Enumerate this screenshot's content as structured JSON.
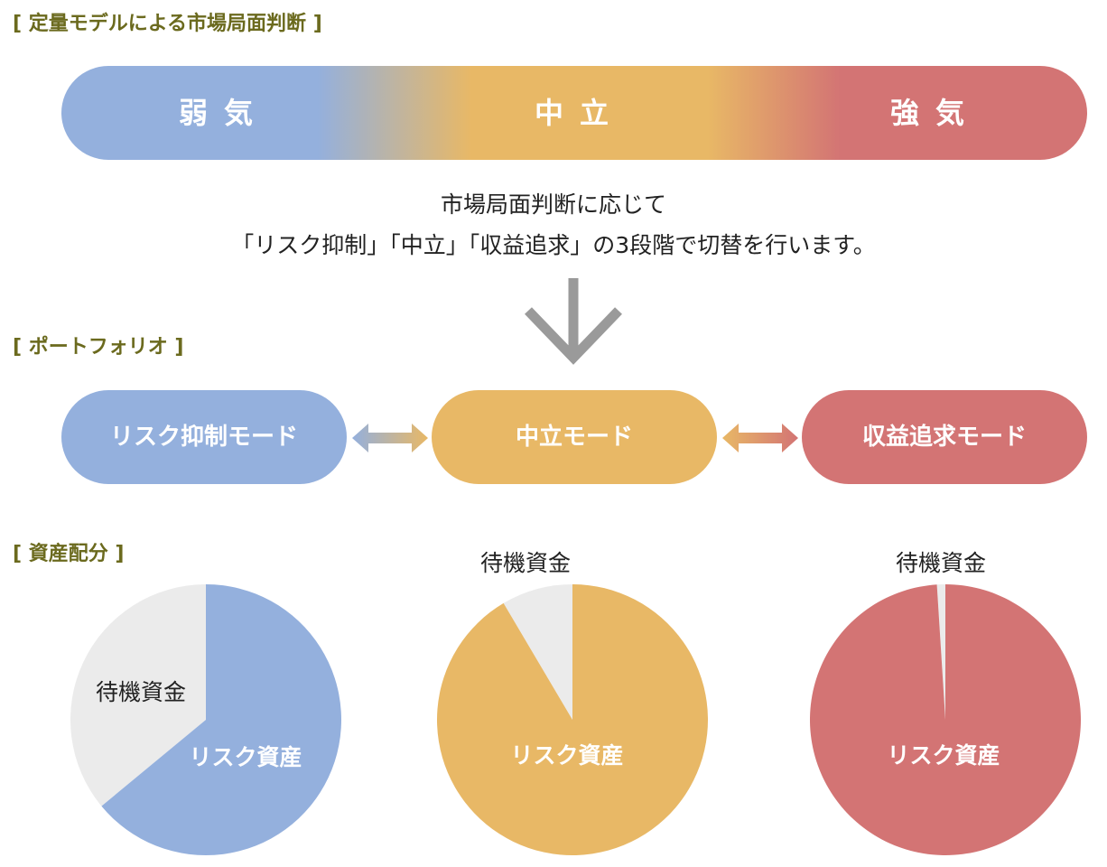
{
  "sections": {
    "market": "[ 定量モデルによる市場局面判断 ]",
    "portfolio": "[ ポートフォリオ ]",
    "allocation": "[ 資産配分 ]"
  },
  "sentiment": {
    "bear": "弱気",
    "neutral": "中立",
    "bull": "強気"
  },
  "description": {
    "line1": "市場局面判断に応じて",
    "line2": "「リスク抑制」「中立」「収益追求」の3段階で切替を行います。"
  },
  "modes": {
    "risk": "リスク抑制モード",
    "neutral": "中立モード",
    "return": "収益追求モード"
  },
  "pies": [
    {
      "cash_label": "待機資金",
      "risk_label": "リスク資産",
      "cash_fraction": 0.36,
      "risk_color": "#94b0dd",
      "cash_color": "#ebebeb"
    },
    {
      "cash_label": "待機資金",
      "risk_label": "リスク資産",
      "cash_fraction": 0.085,
      "risk_color": "#e8b866",
      "cash_color": "#ebebeb"
    },
    {
      "cash_label": "待機資金",
      "risk_label": "リスク資産",
      "cash_fraction": 0.01,
      "risk_color": "#d37474",
      "cash_color": "#ebebeb"
    }
  ],
  "colors": {
    "bear": "#94b0dd",
    "neutral": "#e8b866",
    "bull": "#d37474",
    "label": "#6b6a1e",
    "arrow": "#9a9a9a"
  }
}
